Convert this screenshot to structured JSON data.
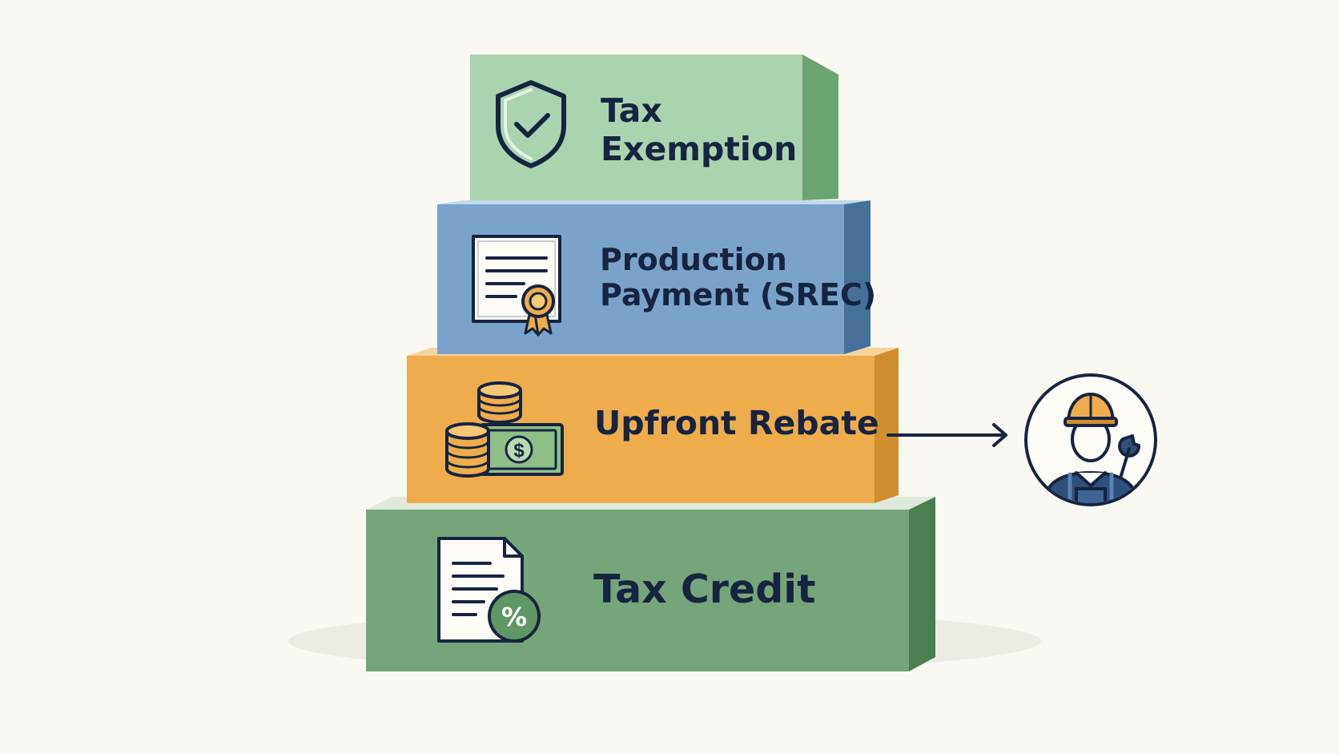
{
  "diagram": {
    "layers": [
      {
        "id": "tax-exemption",
        "title_line1": "Tax",
        "title_line2": "Exemption",
        "icon": "shield-check-icon",
        "face_color": "#acd3b0",
        "side_color": "#6aa472",
        "top_color": "#d7ecd9"
      },
      {
        "id": "production-payment",
        "title_line1": "Production",
        "title_line2": "Payment (SREC)",
        "icon": "certificate-icon",
        "face_color": "#7aa3cb",
        "side_color": "#46709a",
        "top_color": "#c3d7ea"
      },
      {
        "id": "upfront-rebate",
        "title_line1": "Upfront Rebate",
        "title_line2": "",
        "icon": "coins-cash-icon",
        "face_color": "#eeac4c",
        "side_color": "#d08e31",
        "top_color": "#f6d49e"
      },
      {
        "id": "tax-credit",
        "title_line1": "Tax Credit",
        "title_line2": "",
        "icon": "document-percent-icon",
        "face_color": "#77a57b",
        "side_color": "#4b7e51",
        "top_color": "#dfe9dc"
      }
    ],
    "connector": {
      "from": "upfront-rebate",
      "to": "installer",
      "icon": "arrow-right-icon"
    },
    "installer": {
      "icon": "worker-wrench-icon",
      "helmet_color": "#eeac4c"
    },
    "colors": {
      "ink": "#17243f",
      "background": "#faf8f2"
    }
  }
}
